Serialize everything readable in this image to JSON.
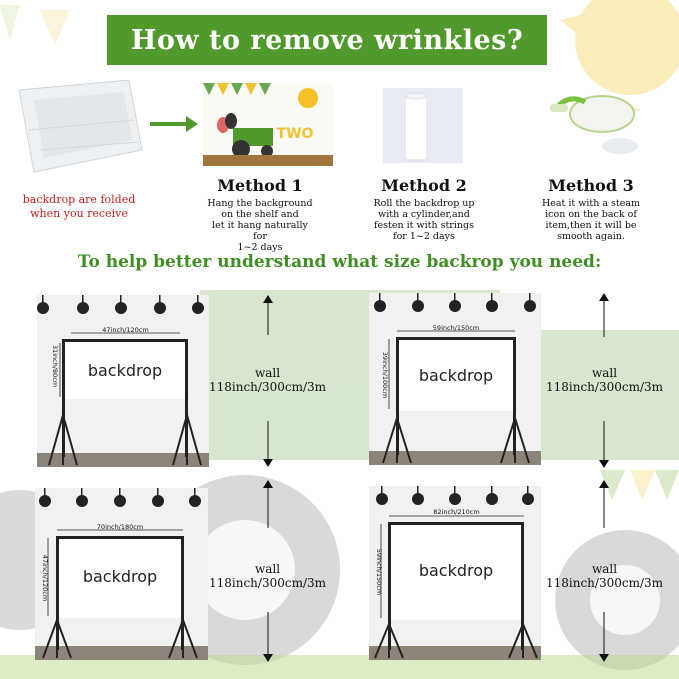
{
  "title": "How to remove wrinkles?",
  "folded_note": "backdrop are folded\nwhen you receive",
  "methods": [
    {
      "title": "Method 1",
      "desc": "Hang the background\non the shelf and\nlet it hang naturally for\n1~2 days"
    },
    {
      "title": "Method 2",
      "desc": "Roll the backdrop up\nwith a cylinder,and\nfesten it with strings\nfor 1~2 days"
    },
    {
      "title": "Method 3",
      "desc": "Heat it with a steam\nicon on the back of\nitem,then it will be\nsmooth again."
    }
  ],
  "banner_text": "TWO",
  "subtitle": "To help better understand what size backrop you need:",
  "panels": [
    {
      "width_label": "47inch/120cm",
      "height_label": "31inch/80cm",
      "backdrop_label": "backdrop",
      "wall_label": "wall\n118inch/300cm/3m"
    },
    {
      "width_label": "59inch/150cm",
      "height_label": "39inch/100cm",
      "backdrop_label": "backdrop",
      "wall_label": "wall\n118inch/300cm/3m"
    },
    {
      "width_label": "70inch/180cm",
      "height_label": "47inch/120cm",
      "backdrop_label": "backdrop",
      "wall_label": "wall\n118inch/300cm/3m"
    },
    {
      "width_label": "82inch/210cm",
      "height_label": "59inch/150cm",
      "backdrop_label": "backdrop",
      "wall_label": "wall\n118inch/300cm/3m"
    }
  ],
  "colors": {
    "green": "#4f9a2a",
    "subtitle_green": "#3f8f22",
    "red": "#c8201e",
    "yellow": "#f4d25a"
  }
}
